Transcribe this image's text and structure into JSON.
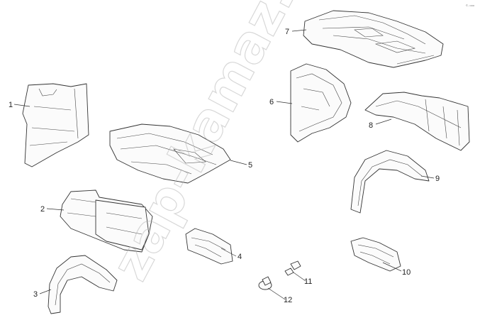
{
  "watermark": "zap-kamaz.ru",
  "corner_code": "©‑ ooo",
  "callouts": [
    "1",
    "2",
    "3",
    "4",
    "5",
    "6",
    "7",
    "8",
    "9",
    "10",
    "11",
    "12"
  ]
}
